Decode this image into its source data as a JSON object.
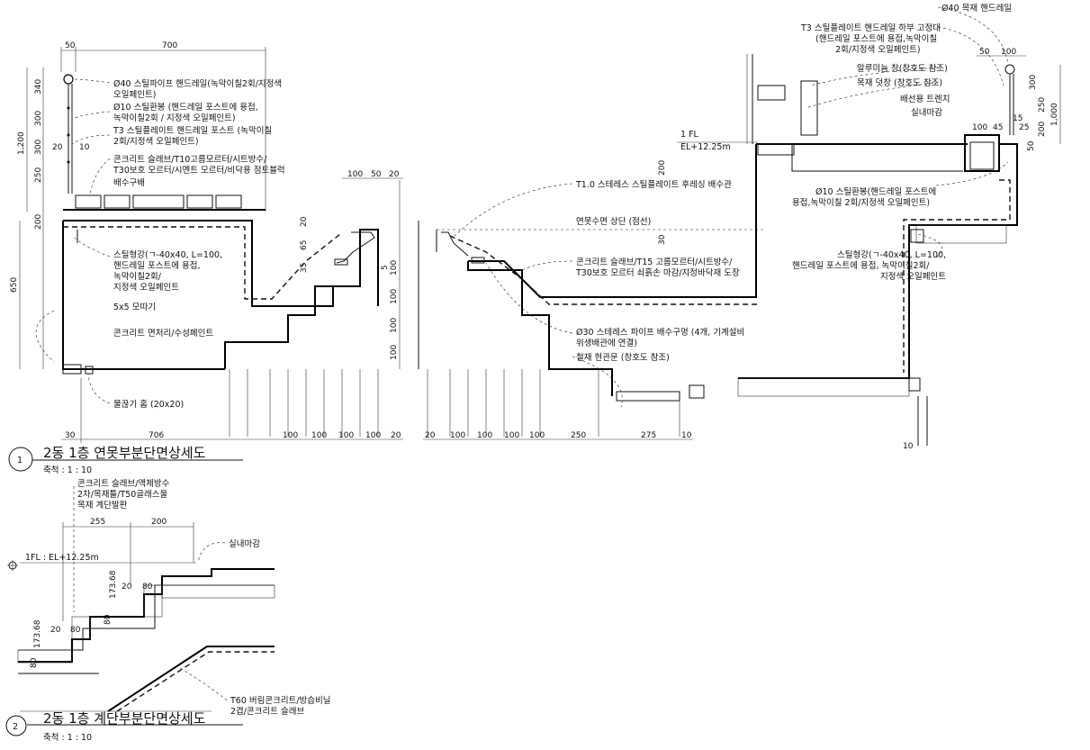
{
  "sections": [
    {
      "number": "1",
      "title": "2동 1층 연못부분단면상세도",
      "scale": "축척 : 1 : 10"
    },
    {
      "number": "2",
      "title": "2동 1층 계단부분단면상세도",
      "scale": "축척 : 1 : 10"
    }
  ],
  "annotations": {
    "handrail_pipe": "Ø40 스틸파이프 핸드레일(녹막이칠2회/지정색",
    "handrail_pipe_2": "오일페인트)",
    "round_bar_1": "Ø10 스틸환봉 (핸드레일 포스트에 용접,",
    "round_bar_2": "녹막이칠2회 / 지정색 오일페인트)",
    "post_1": "T3 스틸플레이트 핸드레일 포스트 (녹막이칠",
    "post_2": "2회/지정색 오일페인트)",
    "slab_1": "콘크리트 슬래브/T10고름모르터/시트방수/",
    "slab_2": "T30보호 모르터/시멘트 모르터/비닥용 점토블럭",
    "drain": "배수구배",
    "angle_1": "스틸형강(ㄱ-40x40, L=100,",
    "angle_2": "핸드레일 포스트에 용접,",
    "angle_3": "녹막이칠2회/",
    "angle_4": "지정색 오일페인트",
    "chamfer": "5x5 모따기",
    "face": "콘크리트 면처리/수성페인트",
    "drip": "물끊기 홈 (20x20)",
    "steel_plate": "T1.0 스테레스 스틸플레이트 후레싱 배수관",
    "pond_top": "연못수면 상단 (점선)",
    "slab_r_1": "콘크리트 슬래브/T15 고름모르터/시트방수/",
    "slab_r_2": "T30보호 모르터 쇠흙손 마감/지정바닥재 도장",
    "pipe_1": "Ø30 스테레스 파이프 배수구멍 (4개, 기계설비",
    "pipe_2": "위생배관에 연결)",
    "door": "철재 현관문 (창호도 참조)",
    "wood_rail": "Ø40 목재 핸드레일",
    "plate_1": "T3 스틸플레이트 핸드레일 하부 고정대",
    "plate_2": "(핸드레일 포스트에 용접,녹막이칠",
    "plate_3": "2회/지정색 오일페인트)",
    "al_window": "알루미늄 창(창호도 참조)",
    "wood_window": "목재 덧창 (창호도 참조)",
    "trench": "배선용 트렌치",
    "interior": "실내마감",
    "fl_label": "1 FL",
    "el_label": "EL+12.25m",
    "round_bar_r_1": "Ø10 스틸환봉(핸드레일 포스트에",
    "round_bar_r_2": "용접,녹막이칠 2회/지정색 오일페인트)",
    "angle_r_1": "스틸형강(ㄱ-40x40, L=100,",
    "angle_r_2": "핸드레일 포스트에 용접, 녹막이칠2회/",
    "angle_r_3": "지정색 오일페인트",
    "stair_1": "콘크리트 슬래브/액체방수",
    "stair_2": "2차/목재틀/T50글래스울",
    "stair_3": "목재 계단발판",
    "interior_2": "실내마감",
    "fl2": "1FL : EL+12.25m",
    "t60_1": "T60 버림콘크리트/방습비닐",
    "t60_2": "2겹/콘크리트 슬래브"
  },
  "dimensions": {
    "top_50": "50",
    "top_700": "700",
    "v340": "340",
    "v300a": "300",
    "v300b": "300",
    "v250": "250",
    "v1200": "1,200",
    "v200": "200",
    "v650": "650",
    "v20": "20",
    "v10": "10",
    "b30": "30",
    "b706": "706",
    "b100": "100",
    "b20": "20",
    "b250": "250",
    "b275": "275",
    "b10": "10",
    "s100": "100",
    "s50": "50",
    "s20": "20",
    "s65": "65",
    "s35": "35",
    "s5": "5",
    "r50": "50",
    "r100": "100",
    "r300": "300",
    "r250": "250",
    "r1000": "1,000",
    "r45": "45",
    "r15": "15",
    "r25": "25",
    "r200": "200",
    "st255": "255",
    "st200": "200",
    "st20": "20",
    "st80": "80",
    "st173": "173.68"
  }
}
